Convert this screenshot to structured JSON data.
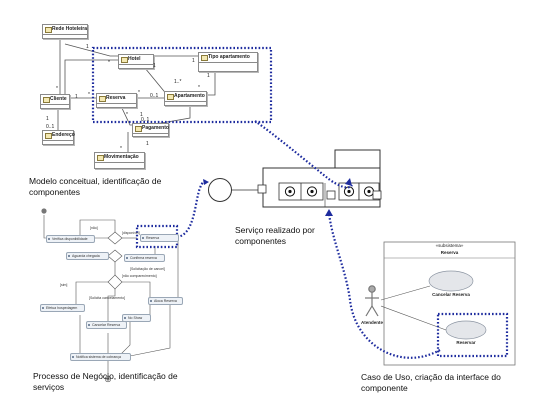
{
  "conceptual_model": {
    "classes": {
      "rede_hoteleira": "Rede Hoteleira",
      "hotel": "Hotel",
      "tipo_apartamento": "Tipo apartamento",
      "cliente": "Cliente",
      "reserva": "Reserva",
      "apartamento": "Apartamento",
      "endereco": "Endereço",
      "pagamento": "Pagamento",
      "movimentacao": "Movimentação"
    },
    "multiplicities": [
      "1",
      "*",
      "*",
      "1",
      "1",
      "1..*",
      "1",
      "*",
      "0..1",
      "*",
      "*",
      "1",
      "1",
      "0..1",
      "*",
      "1",
      "0..1",
      "1",
      "*"
    ]
  },
  "process_model": {
    "activities": {
      "verifica": "Verifica disponibilidade",
      "reserva": "Reserva",
      "aguarda": "Aguarda chegada",
      "confirma": "Confirma reserva",
      "efetua_hosp": "Efetua hospedagem",
      "cancelar": "Cancelar Reserva",
      "no_show": "No Show",
      "aloca": "Aloca Reserva",
      "notifica": "Notifica sistema de cobrança"
    },
    "guards": {
      "nao": "[não]",
      "disponivel": "[disponível]",
      "solic_cancel": "[Solicitação de cancel]",
      "nao_comp": "[não comparecimento]",
      "sim": "[sim]",
      "solicita_cancel": "[Solicita cancelamento]"
    }
  },
  "use_case_model": {
    "stereotype": "«subsistema»",
    "subsystem": "Reserva",
    "cancel_use_case": "Cancelar Reserva",
    "reserve_use_case": "Reservar",
    "actor": "Atendente"
  },
  "captions": {
    "model_line1": "Modelo conceitual, identificação de",
    "model_line2": "componentes",
    "service_line1": "Serviço realizado por",
    "service_line2": "componentes",
    "process_line1": "Processo de Negócio, identificação de",
    "process_line2": "serviços",
    "usecase_line1": "Caso de Uso, criação da interface do",
    "usecase_line2": "componente"
  },
  "colors": {
    "highlight": "#1d2b9e",
    "line": "#555555",
    "class_icon": "#f4e9b3",
    "activity_fill": "#eef2f7"
  }
}
